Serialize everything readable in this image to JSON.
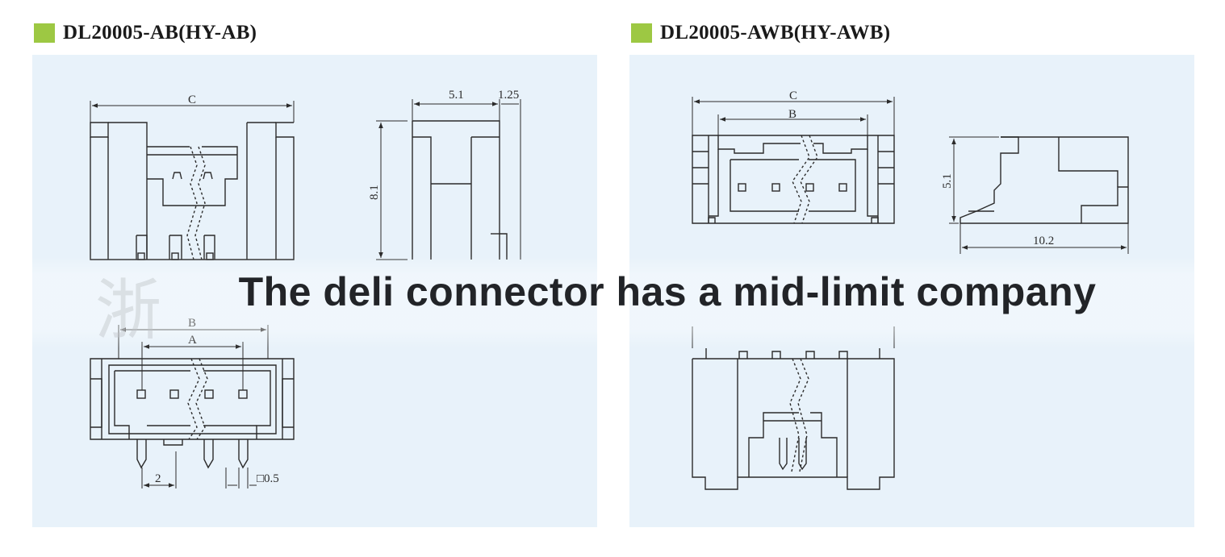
{
  "left_title": "DL20005-AB(HY-AB)",
  "right_title": "DL20005-AWB(HY-AWB)",
  "accent_color": "#9dc843",
  "panel_color": "#e8f2fa",
  "watermark_char": "浙",
  "caption": "The deli connector has a mid-limit company",
  "dims": {
    "left_front_c": "C",
    "left_side_w": "5.1",
    "left_side_offset": "1.25",
    "left_side_h": "8.1",
    "left_top_b": "B",
    "left_top_a": "A",
    "left_pitch": "2",
    "left_pin": "□0.5",
    "right_top_c": "C",
    "right_top_b": "B",
    "right_side_h": "5.1",
    "right_side_w": "10.2"
  }
}
